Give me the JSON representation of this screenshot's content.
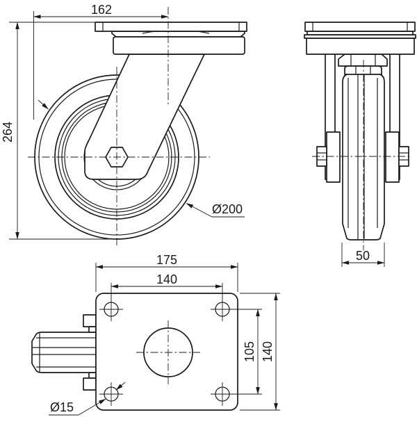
{
  "drawing": {
    "background": "#ffffff",
    "line_color": "#1a1a1a",
    "dimensions": {
      "swivel_radius": "162",
      "overall_height": "264",
      "wheel_diameter": "Ø200",
      "wheel_width": "50",
      "plate_width": "175",
      "bolt_spacing_width": "140",
      "bolt_spacing_depth": "105",
      "plate_depth": "140",
      "bolt_hole_diameter": "Ø15"
    }
  }
}
